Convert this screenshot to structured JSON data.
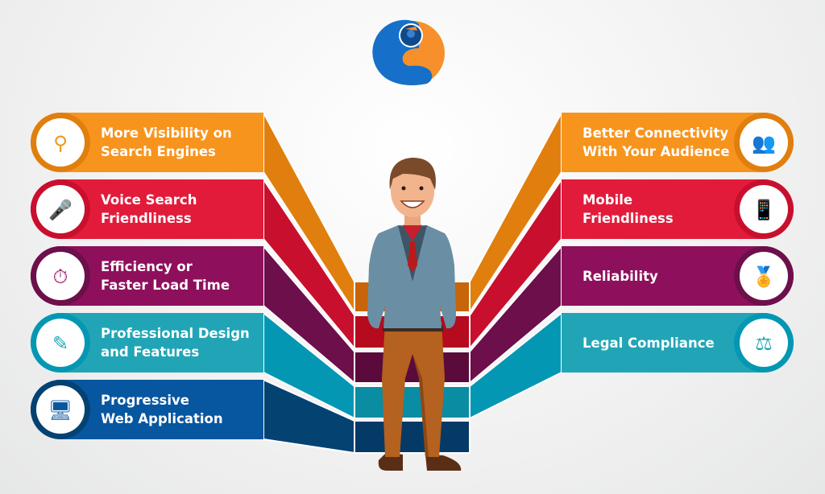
{
  "logo": {
    "colors": {
      "blue": "#1670C9",
      "orange": "#F7902A"
    }
  },
  "left_items": [
    {
      "line1": "More Visibility on",
      "line2": "Search Engines",
      "icon": "search-icon",
      "color": "#F7941D",
      "shade": "#E07F0E",
      "dark": "#C8650A"
    },
    {
      "line1": "Voice Search",
      "line2": "Friendliness",
      "icon": "microphone-icon",
      "color": "#E31B3B",
      "shade": "#C8102E",
      "dark": "#B60A1E"
    },
    {
      "line1": "Efficiency or",
      "line2": "Faster Load Time",
      "icon": "stopwatch-icon",
      "color": "#8E105C",
      "shade": "#6C0F4A",
      "dark": "#5A0B3C"
    },
    {
      "line1": "Professional Design",
      "line2": "and Features",
      "icon": "design-tools-icon",
      "color": "#21A5B6",
      "shade": "#0497B3",
      "dark": "#0A8CA3"
    },
    {
      "line1": "Progressive",
      "line2": "Web Application",
      "icon": "monitor-icon",
      "color": "#0756A0",
      "shade": "#044272",
      "dark": "#063A66"
    }
  ],
  "right_items": [
    {
      "line1": "Better Connectivity",
      "line2": "With Your Audience",
      "icon": "audience-icon",
      "color": "#F7941D",
      "shade": "#E07F0E"
    },
    {
      "line1": "Mobile",
      "line2": "Friendliness",
      "icon": "mobile-check-icon",
      "color": "#E31B3B",
      "shade": "#C8102E"
    },
    {
      "line1": "Reliability",
      "line2": "",
      "icon": "badge-icon",
      "color": "#8E105C",
      "shade": "#6C0F4A"
    },
    {
      "line1": "Legal Compliance",
      "line2": "",
      "icon": "gavel-icon",
      "color": "#21A5B6",
      "shade": "#0497B3"
    }
  ]
}
